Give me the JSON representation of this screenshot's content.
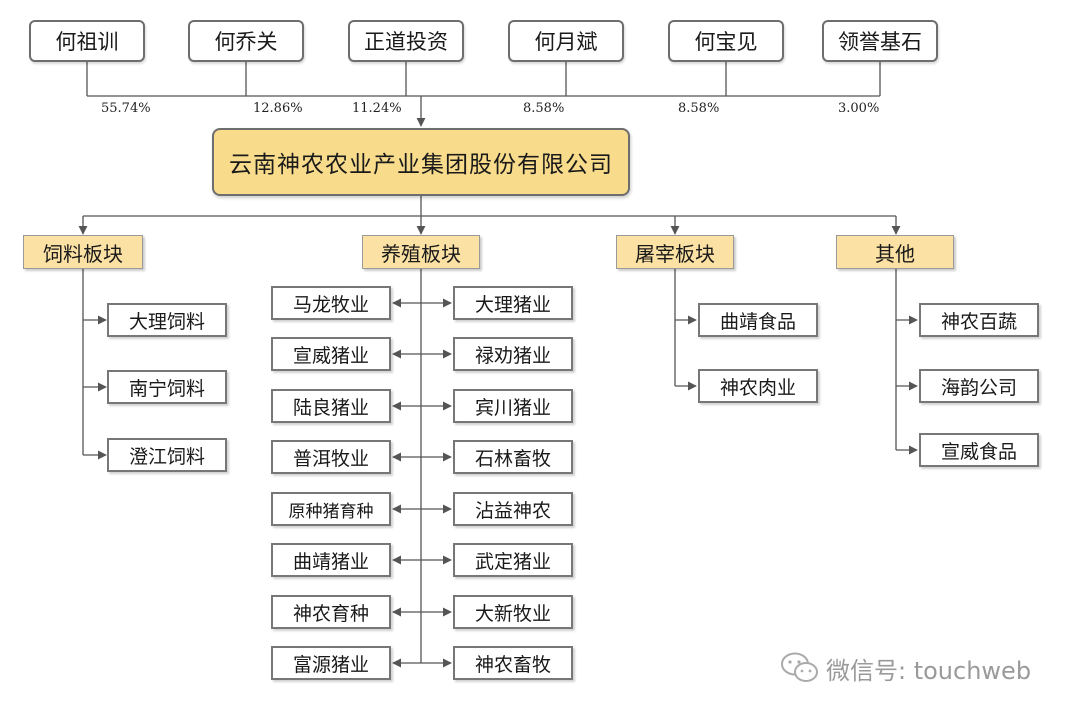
{
  "shareholders": [
    {
      "name": "何祖训",
      "pct": "55.74%"
    },
    {
      "name": "何乔关",
      "pct": "12.86%"
    },
    {
      "name": "正道投资",
      "pct": "11.24%"
    },
    {
      "name": "何月斌",
      "pct": "8.58%"
    },
    {
      "name": "何宝见",
      "pct": "8.58%"
    },
    {
      "name": "领誉基石",
      "pct": "3.00%"
    }
  ],
  "company": "云南神农农业产业集团股份有限公司",
  "sectors": {
    "feed": {
      "label": "饲料板块",
      "items": [
        "大理饲料",
        "南宁饲料",
        "澄江饲料"
      ]
    },
    "breeding": {
      "label": "养殖板块",
      "left": [
        "马龙牧业",
        "宣威猪业",
        "陆良猪业",
        "普洱牧业",
        "原种猪育种",
        "曲靖猪业",
        "神农育种",
        "富源猪业"
      ],
      "right": [
        "大理猪业",
        "禄劝猪业",
        "宾川猪业",
        "石林畜牧",
        "沾益神农",
        "武定猪业",
        "大新牧业",
        "神农畜牧"
      ]
    },
    "slaughter": {
      "label": "屠宰板块",
      "items": [
        "曲靖食品",
        "神农肉业"
      ]
    },
    "other": {
      "label": "其他",
      "items": [
        "神农百蔬",
        "海韵公司",
        "宣威食品"
      ]
    }
  },
  "watermark": "微信号: touchweb",
  "colors": {
    "main_fill": "#f8dc8c",
    "sector_fill": "#fbe1a4",
    "line": "#555555"
  }
}
